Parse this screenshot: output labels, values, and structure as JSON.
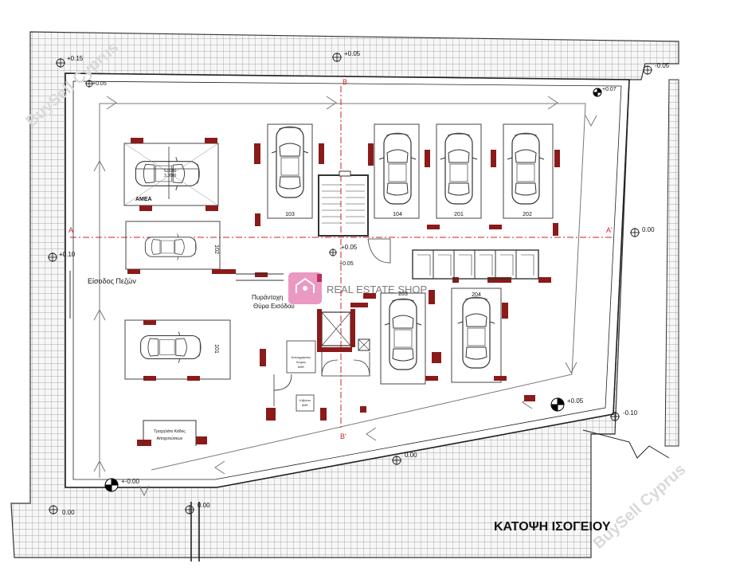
{
  "title": "ΚΑΤΟΨΗ ΙΣΟΓΕΙΟΥ",
  "watermark_bs": "BuySell Cyprus",
  "watermark_res": "REAL ESTATE SHOP",
  "colors": {
    "wall": "#8b1a1a",
    "axis": "#cc2222",
    "line": "#222222",
    "grid": "#9a9a9a"
  },
  "sections": {
    "a": "A",
    "a2": "A'",
    "b": "B",
    "b2": "B'"
  },
  "levels": {
    "l1": "+0.15",
    "l2": "+0.05",
    "l3": "+0.05",
    "l4": "-0.05",
    "l5": "+0.07",
    "l6": "0.00",
    "l7": "+0.10",
    "l8": "+0.05",
    "l9": "+0.05",
    "l10": "+0.05",
    "l11": "-0.10",
    "l12": "0.00",
    "l13": "+-0.00",
    "l14": "0.00",
    "l15": "0.00"
  },
  "labels": {
    "amea": "ΑΜΕΑ",
    "dim_w": "5.0000",
    "dim_h": "3.3000",
    "pedestrian": "Είσοδος Πεζών",
    "fire_door_1": "Πυράντοχη",
    "fire_door_2": "Θύρα Εισόδου",
    "meter_1": "Κοινόχρηστος",
    "meter_2": "Χώρος",
    "meter_3": "ΑΗΚ",
    "ahk_1": "Κιβώτιο",
    "ahk_2": "ΑΗΚ",
    "sewer_1": "Τραχηλάτο Κάδος",
    "sewer_2": "Αποχετεύσεων"
  },
  "spaces": {
    "s103": "103",
    "s104": "104",
    "s201": "201",
    "s202": "202",
    "s102": "102",
    "s101": "101",
    "s203": "203",
    "s204": "204"
  }
}
